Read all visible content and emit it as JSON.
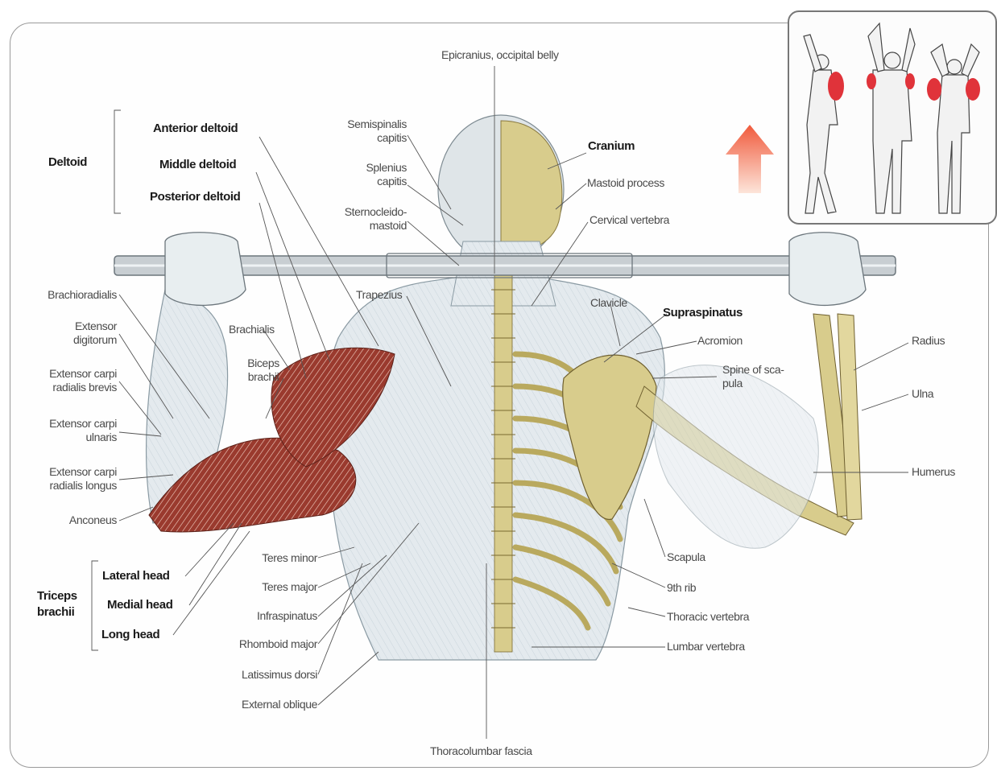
{
  "groups": {
    "deltoid": "Deltoid",
    "triceps": [
      "Triceps",
      "brachii"
    ]
  },
  "labels": {
    "anterior_deltoid": "Anterior deltoid",
    "middle_deltoid": "Middle deltoid",
    "posterior_deltoid": "Posterior deltoid",
    "epicranius": "Epicranius, occipital belly",
    "semispinalis": [
      "Semispinalis",
      "capitis"
    ],
    "splenius": [
      "Splenius",
      "capitis"
    ],
    "sternocleido": [
      "Sternocleido-",
      "mastoid"
    ],
    "cranium": "Cranium",
    "mastoid_process": "Mastoid process",
    "cervical_vertebra": "Cervical vertebra",
    "brachioradialis": "Brachioradialis",
    "extensor_digitorum": [
      "Extensor",
      "digitorum"
    ],
    "ecr_brevis": [
      "Extensor carpi",
      "radialis brevis"
    ],
    "extensor_carpi_ulnaris": [
      "Extensor carpi",
      "ulnaris"
    ],
    "ecr_longus": [
      "Extensor carpi",
      "radialis longus"
    ],
    "anconeus": "Anconeus",
    "brachialis": "Brachialis",
    "biceps": [
      "Biceps",
      "brachii"
    ],
    "trapezius": "Trapezius",
    "clavicle": "Clavicle",
    "supraspinatus": "Supraspinatus",
    "acromion": "Acromion",
    "spine_scapula": [
      "Spine of sca-",
      "pula"
    ],
    "radius": "Radius",
    "ulna": "Ulna",
    "humerus": "Humerus",
    "lateral_head": "Lateral head",
    "medial_head": "Medial head",
    "long_head": "Long head",
    "teres_minor": "Teres minor",
    "teres_major": "Teres major",
    "infraspinatus": "Infraspinatus",
    "rhomboid_major": "Rhomboid major",
    "latissimus": "Latissimus dorsi",
    "external_oblique": "External oblique",
    "thoracolumbar": "Thoracolumbar fascia",
    "scapula": "Scapula",
    "ninth_rib": "9th rib",
    "thoracic_vertebra": "Thoracic vertebra",
    "lumbar_vertebra": "Lumbar vertebra"
  },
  "colors": {
    "muscle_highlight": "#9a3a2e",
    "bone": "#d8cc8c",
    "muscle_pale": "#dfe6ea",
    "arrow": "#f26b4a",
    "inset_highlight": "#e0333a"
  },
  "icons": [
    "upward-motion-arrow-icon"
  ]
}
